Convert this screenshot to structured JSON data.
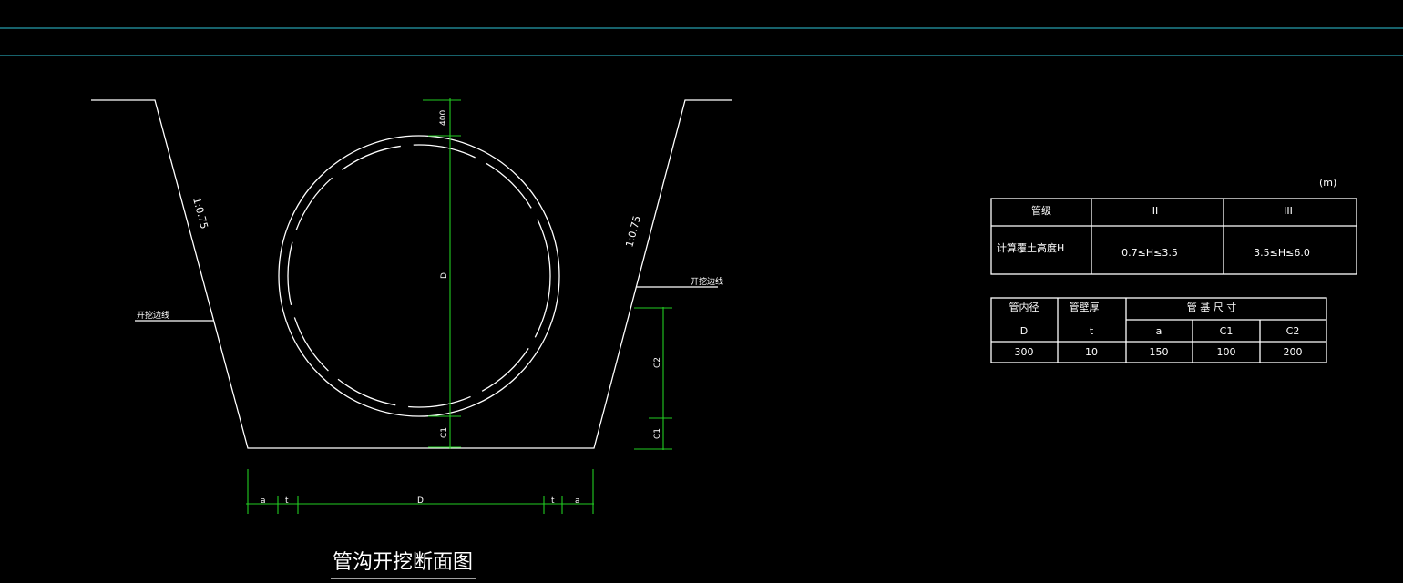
{
  "drawing": {
    "title": "管沟开挖断面图",
    "slope_left_label": "1:0.75",
    "slope_right_label": "1:0.75",
    "excavation_line_left": "开挖边线",
    "excavation_line_right": "开挖边线",
    "dim_top": "400",
    "dim_diameter": "D",
    "dim_c2": "C2",
    "dim_c1_right": "C1",
    "dim_c1_center": "C1",
    "bottom_dims": [
      "a",
      "t",
      "D",
      "t",
      "a"
    ]
  },
  "unit_note": "(m)",
  "table1": {
    "headers": [
      "管级",
      "II",
      "III"
    ],
    "row_label": "计算覆土高度H",
    "values": [
      "0.7≤H≤3.5",
      "3.5≤H≤6.0"
    ]
  },
  "table2": {
    "h_inner_dia": "管内径",
    "h_wall": "管壁厚",
    "h_base": "管 基 尺 寸",
    "sub": [
      "D",
      "t",
      "a",
      "C1",
      "C2"
    ],
    "values": [
      "300",
      "10",
      "150",
      "100",
      "200"
    ]
  }
}
